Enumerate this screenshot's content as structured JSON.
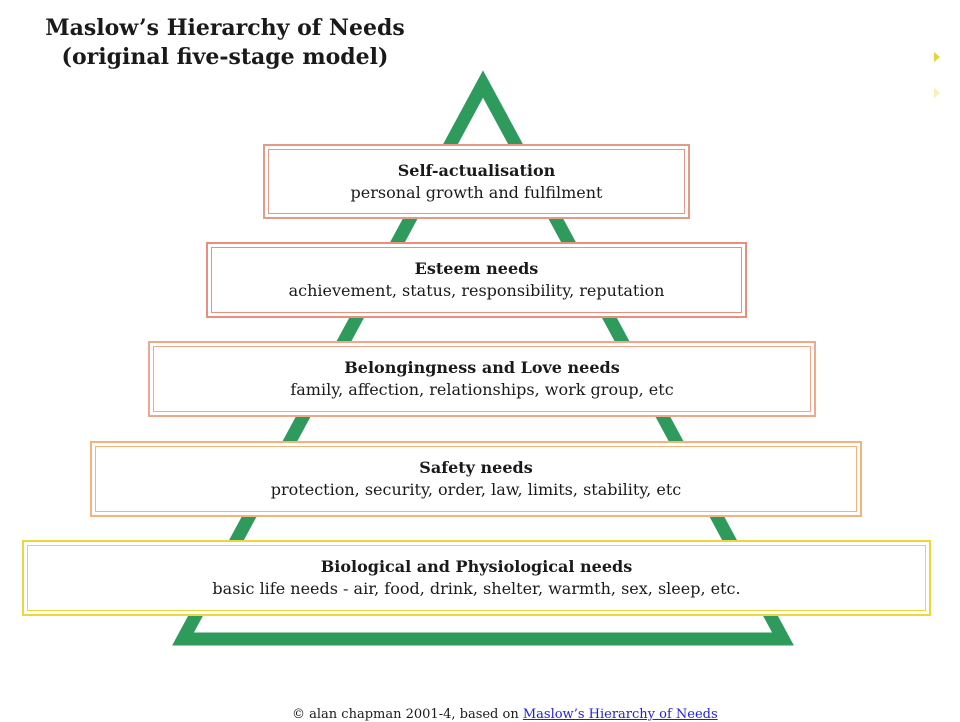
{
  "title": {
    "line1": "Maslow’s Hierarchy of Needs",
    "line2": "(original five-stage model)"
  },
  "colors": {
    "pyramid": "#2e9a5c",
    "self_actualisation": "#e49a86",
    "esteem": "#ec8e7e",
    "belonging": "#f1a88a",
    "safety": "#f5b27a",
    "biological": "#ecd63c",
    "link": "#1e1ee0",
    "bullet": "#e6d43a"
  },
  "levels": [
    {
      "title": "Self-actualisation",
      "description": "personal growth and fulfilment"
    },
    {
      "title": "Esteem needs",
      "description": "achievement, status, responsibility, reputation"
    },
    {
      "title": "Belongingness and Love needs",
      "description": "family, affection, relationships, work group, etc"
    },
    {
      "title": "Safety needs",
      "description": "protection, security, order, law, limits, stability, etc"
    },
    {
      "title": "Biological and Physiological needs",
      "description": "basic life needs - air, food, drink, shelter, warmth, sex, sleep, etc."
    }
  ],
  "credit": {
    "prefix": "© alan chapman 2001-4, based on ",
    "link_text": "Maslow’s Hierarchy of Needs"
  }
}
